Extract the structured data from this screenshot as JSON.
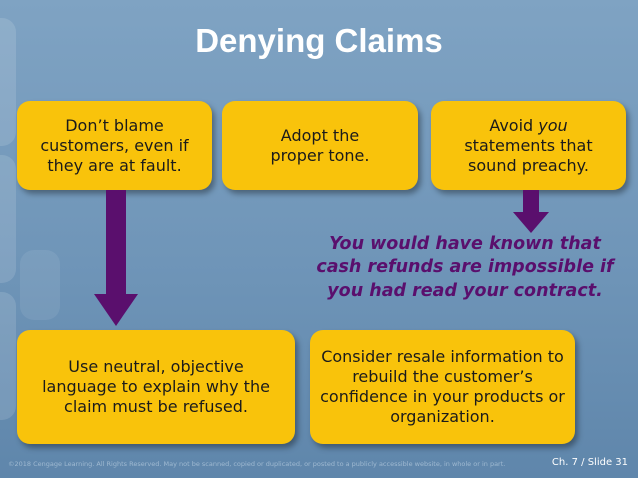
{
  "title": "Denying Claims",
  "boxes": {
    "blame": "Don’t blame customers, even if they are at fault.",
    "tone": "Adopt the proper tone.",
    "avoid_prefix": "Avoid ",
    "avoid_italic": "you",
    "avoid_suffix": " statements that sound preachy.",
    "neutral": "Use neutral, objective language to explain why the claim must be refused.",
    "resale": "Consider resale information to rebuild the customer’s confidence in your products or organization."
  },
  "example_statement": "You would have known that cash refunds are impossible if you had read your contract.",
  "footer": {
    "copyright": "©2018 Cengage Learning. All Rights Reserved. May not be scanned, copied or duplicated, or posted to a publicly accessible website, in whole or in part.",
    "slide_number": "Ch. 7 / Slide 31"
  },
  "colors": {
    "background": "#6f95b8",
    "box_fill": "#f9c30b",
    "arrow": "#5a0f6d",
    "example_text": "#5a0f6d",
    "title_text": "#ffffff"
  }
}
